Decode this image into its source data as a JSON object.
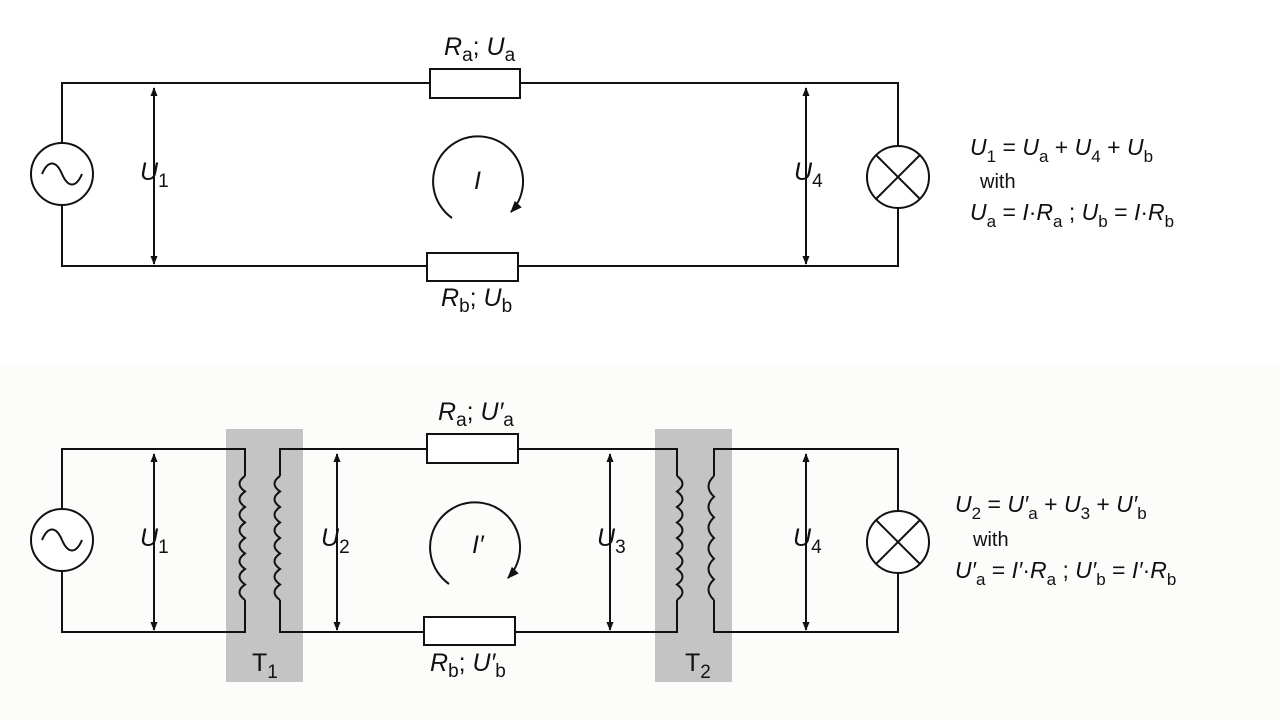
{
  "circuit_top": {
    "resistor_a": {
      "sym": "R",
      "sub": "a",
      "volt": "U",
      "volt_sub": "a",
      "sep": "; "
    },
    "resistor_b": {
      "sym": "R",
      "sub": "b",
      "volt": "U",
      "volt_sub": "b",
      "sep": "; "
    },
    "u1": {
      "sym": "U",
      "sub": "1"
    },
    "u4": {
      "sym": "U",
      "sub": "4"
    },
    "current": "I",
    "equations": {
      "line1": {
        "u1": "U",
        "u1s": "1",
        "eq": " = ",
        "ua": "U",
        "uas": "a",
        "p1": " + ",
        "u4": "U",
        "u4s": "4",
        "p2": " + ",
        "ub": "U",
        "ubs": "b"
      },
      "with": "with",
      "line3": {
        "ua": "U",
        "uas": "a",
        "eq1": " = ",
        "i": "I",
        "dot": "·",
        "r": "R",
        "rs": "a",
        "semi": "  ;  ",
        "ub": "U",
        "ubs": "b",
        "eq2": " = ",
        "i2": "I",
        "dot2": "·",
        "r2": "R",
        "r2s": "b"
      }
    }
  },
  "circuit_bottom": {
    "resistor_a": {
      "sym": "R",
      "sub": "a",
      "volt": "U′",
      "volt_sub": "a",
      "sep": ";  "
    },
    "resistor_b": {
      "sym": "R",
      "sub": "b",
      "volt": "U′",
      "volt_sub": "b",
      "sep": ";  "
    },
    "u1": {
      "sym": "U",
      "sub": "1"
    },
    "u2": {
      "sym": "U",
      "sub": "2"
    },
    "u3": {
      "sym": "U",
      "sub": "3"
    },
    "u4": {
      "sym": "U",
      "sub": "4"
    },
    "current": "I′",
    "t1": {
      "sym": "T",
      "sub": "1"
    },
    "t2": {
      "sym": "T",
      "sub": "2"
    },
    "equations": {
      "line1": {
        "u2": "U",
        "u2s": "2",
        "eq": " = ",
        "ua": "U′",
        "uas": "a",
        "p1": "  + ",
        "u3": "U",
        "u3s": "3",
        "p2": " + ",
        "ub": "U′",
        "ubs": "b"
      },
      "with": "with",
      "line3": {
        "ua": "U′",
        "uas": "a",
        "eq1": "  = ",
        "i": "I′",
        "dot": "·",
        "r": "R",
        "rs": "a",
        "semi": "  ;  ",
        "ub": "U′",
        "ubs": "b",
        "eq2": "  = ",
        "i2": "I′",
        "dot2": "·",
        "r2": "R",
        "r2s": "b"
      }
    }
  },
  "colors": {
    "line": "#111111",
    "core": "#c4c4c4",
    "background": "#ffffff"
  }
}
